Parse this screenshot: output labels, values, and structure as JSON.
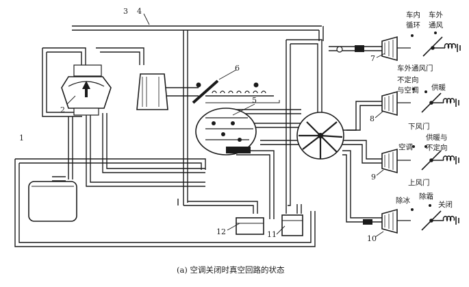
{
  "caption": "(a) 空调关闭时真空回路的状态",
  "numbers": {
    "n1": "1",
    "n2": "2",
    "n3": "3",
    "n4": "4",
    "n5": "5",
    "n6": "6",
    "n7": "7",
    "n8": "8",
    "n9": "9",
    "n10": "10",
    "n11": "11",
    "n12": "12"
  },
  "labels": {
    "recirc_top": "车内",
    "recirc_bot": "循环",
    "fresh_top": "车外",
    "fresh_bot": "通风",
    "door7_a": "车外通风门",
    "door8_a": "不定向",
    "door8_b": "与空调",
    "heat8": "供暖",
    "floor_door": "下风门",
    "ac9": "空调",
    "heat9_a": "供暖与",
    "heat9_b": "不定向",
    "upper_door": "上风门",
    "defrost": "除冰",
    "demist": "除霜",
    "close10": "关闭"
  }
}
